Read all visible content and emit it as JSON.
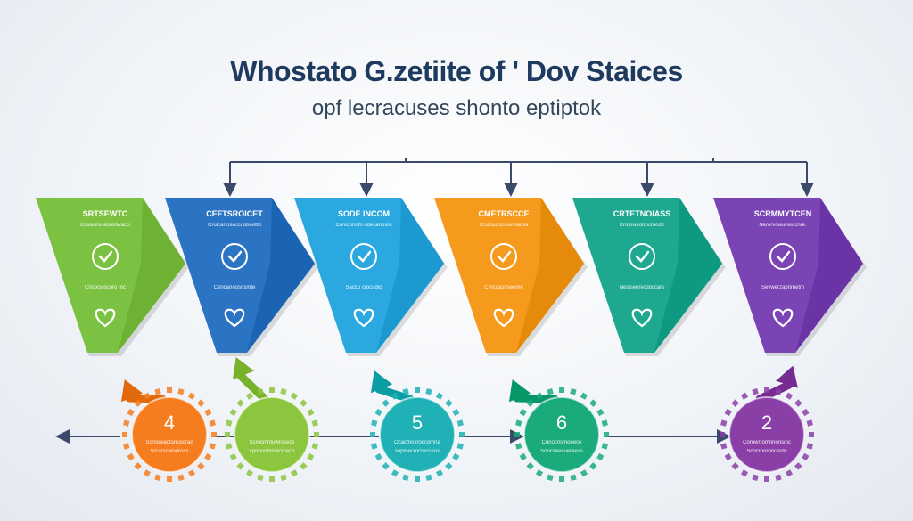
{
  "title": "Whostato G.zetiite of ' Dov Staices",
  "subtitle": "opf lecracuses shonto eptiptok",
  "colors": {
    "background": "#eef2f6",
    "title": "#1f3a5f",
    "connector": "#3b4a6b"
  },
  "panels": [
    {
      "title": "SRTSEWTC",
      "line1": "Crwacirxi abroitwacci",
      "line2": "Cnsocioscoro Inc",
      "color": "#7cc242",
      "icon_top": "clipboard-icon",
      "icon_bottom": "heart-icon"
    },
    {
      "title": "CEFTSROICET",
      "line1": "Cruicartosacci oboottd",
      "line2": "Cencanoosirsmte",
      "color": "#2b74c4",
      "icon_top": "gear-icon",
      "icon_bottom": "shield-check-icon"
    },
    {
      "title": "SODE INCOM",
      "line1": "Coniconom odecanosre",
      "line2": "Saccu crocodio",
      "color": "#2aa8df",
      "icon_top": "pen-icon",
      "icon_bottom": "check-heart-icon"
    },
    {
      "title": "CMETRSCCE",
      "line1": "Crsicuinoccuirwaoxa",
      "line2": "Cmcoasirseeme",
      "color": "#f59a1c",
      "icon_top": "leaf-icon",
      "icon_bottom": "shield-heart-icon"
    },
    {
      "title": "CRTETNOIASS",
      "line1": "Crotowsotrocmodtr",
      "line2": "Nesiseerecsticcars",
      "color": "#1ea890",
      "icon_top": "checkmark-icon",
      "icon_bottom": "tools-icon"
    },
    {
      "title": "SCRMMYTCEN",
      "line1": "Nerervnwunwocnre.",
      "line2": "Sevwerzapnmetm",
      "color": "#7a44b5",
      "icon_top": "warning-triangle-icon",
      "icon_bottom": "magnifier-icon"
    }
  ],
  "steps": [
    {
      "number": "4",
      "line1": "Scroowaotonusorao",
      "line2": "Srcarscanvtrocs",
      "color": "#f57d20"
    },
    {
      "number": "",
      "line1": "Scrocmntuwrosecs",
      "line2": "cponoomrcacrceco",
      "color": "#8cc63f"
    },
    {
      "number": "5",
      "line1": "Ocacmoxroccomna",
      "line2": "sepmecrocrocceos",
      "color": "#1fb1b6"
    },
    {
      "number": "6",
      "line1": "Conocnsmooece",
      "line2": "Soocseecueraess",
      "color": "#1aaa7c"
    },
    {
      "number": "2",
      "line1": "Corowrromnnonsinc",
      "line2": "Scocrooroncerdc",
      "color": "#8a3fa6"
    }
  ]
}
